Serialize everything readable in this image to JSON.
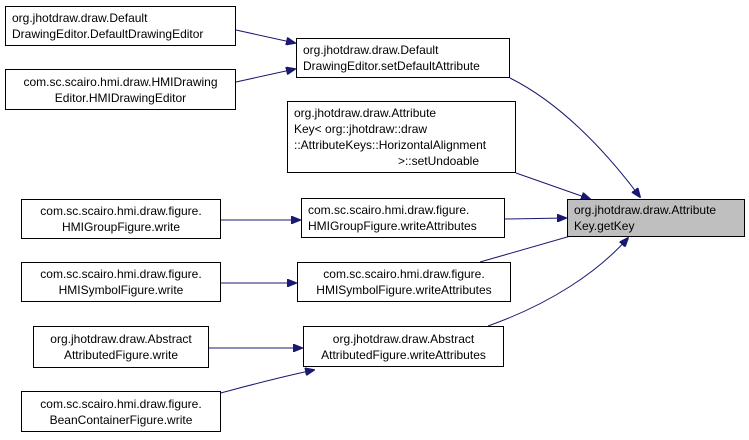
{
  "colors": {
    "edge": "#191970",
    "node_border": "#000000",
    "focus_fill": "#bfbfbf"
  },
  "nodes": {
    "get_key": {
      "lines": [
        "org.jhotdraw.draw.Attribute",
        "Key.getKey"
      ]
    },
    "set_default_attribute": {
      "lines": [
        "org.jhotdraw.draw.Default",
        "DrawingEditor.setDefaultAttribute"
      ]
    },
    "default_drawing_editor_ctor": {
      "lines": [
        "org.jhotdraw.draw.Default",
        "DrawingEditor.DefaultDrawingEditor"
      ]
    },
    "hmi_drawing_editor_ctor": {
      "lines": [
        "com.sc.scairo.hmi.draw.HMIDrawing",
        "Editor.HMIDrawingEditor"
      ]
    },
    "set_undoable": {
      "lines": [
        "org.jhotdraw.draw.Attribute",
        "Key< org::jhotdraw::draw",
        "::AttributeKeys::HorizontalAlignment",
        ">::setUndoable"
      ]
    },
    "hmi_group_write_attributes": {
      "lines": [
        "com.sc.scairo.hmi.draw.figure.",
        "HMIGroupFigure.writeAttributes"
      ]
    },
    "hmi_group_write": {
      "lines": [
        "com.sc.scairo.hmi.draw.figure.",
        "HMIGroupFigure.write"
      ]
    },
    "hmi_symbol_write_attributes": {
      "lines": [
        "com.sc.scairo.hmi.draw.figure.",
        "HMISymbolFigure.writeAttributes"
      ]
    },
    "hmi_symbol_write": {
      "lines": [
        "com.sc.scairo.hmi.draw.figure.",
        "HMISymbolFigure.write"
      ]
    },
    "abstract_attributed_write_attributes": {
      "lines": [
        "org.jhotdraw.draw.Abstract",
        "AttributedFigure.writeAttributes"
      ]
    },
    "abstract_attributed_write": {
      "lines": [
        "org.jhotdraw.draw.Abstract",
        "AttributedFigure.write"
      ]
    },
    "bean_container_write": {
      "lines": [
        "com.sc.scairo.hmi.draw.figure.",
        "BeanContainerFigure.write"
      ]
    }
  }
}
